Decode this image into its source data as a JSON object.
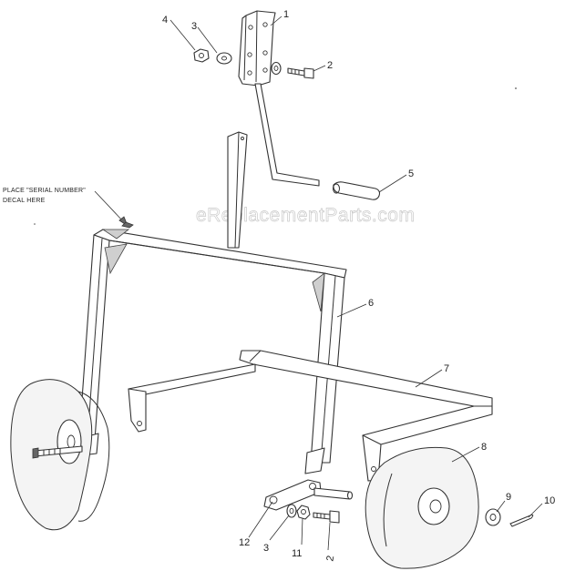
{
  "watermark": "eReplacementParts.com",
  "notes": {
    "decal_line1": "PLACE \"SERIAL NUMBER\"",
    "decal_line2": "DECAL HERE"
  },
  "callouts": [
    "1",
    "2",
    "3",
    "4",
    "5",
    "6",
    "7",
    "8",
    "9",
    "10",
    "12",
    "3",
    "11",
    "2"
  ]
}
